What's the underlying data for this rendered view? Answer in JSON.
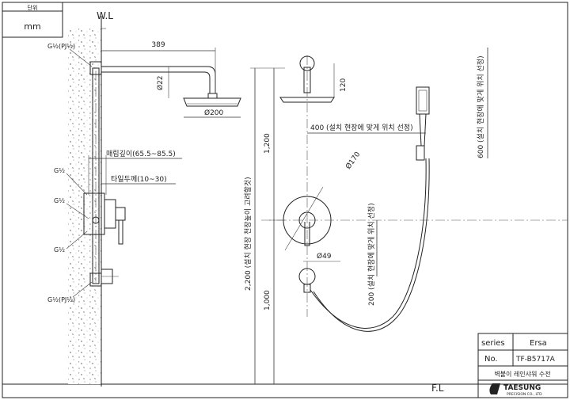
{
  "unit_box": {
    "header": "단위",
    "value": "mm"
  },
  "labels": {
    "wl": "W.L",
    "fl": "F.L",
    "g_pj_top": "G½(PJ½)",
    "g_1": "G½",
    "g_2": "G½",
    "g_3": "G½",
    "g_pj_bottom": "G½(PJ½)"
  },
  "dimensions": {
    "arm_length": "389",
    "pipe_dia": "Ø22",
    "head_dia": "Ø200",
    "bury_depth": "매립깊이(65.5~85.5)",
    "tile_thickness": "타일두께(10~30)",
    "head_drop": "120",
    "offset_400": "400 (설치 현장에 맞게 위치 선정)",
    "plate_dia": "Ø170",
    "height_1200": "1,200",
    "height_2200": "2,200 (설치 현장 천장높이 고려할것)",
    "height_1000": "1,000",
    "outlet_dia": "Ø49",
    "offset_200": "200 (설치 현장에 맞게 위치 선정)",
    "holder_600": "600 (설치 현장에 맞게 위치 선정)"
  },
  "title_block": {
    "series_label": "series",
    "series_value": "Ersa",
    "no_label": "No.",
    "no_value": "TF-B5717A",
    "product_name": "벽붙이 레인샤워 수전",
    "brand": "TAESUNG",
    "brand_sub": "PRECISION CO., LTD"
  }
}
